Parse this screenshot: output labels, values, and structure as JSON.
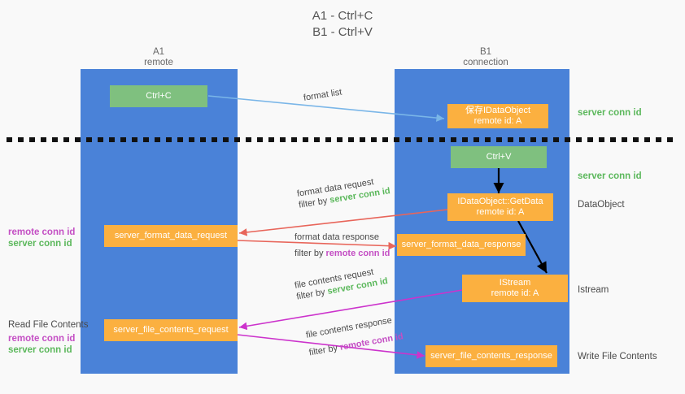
{
  "title": {
    "line1": "A1 - Ctrl+C",
    "line2": "B1 - Ctrl+V"
  },
  "columns": {
    "left": {
      "name": "A1",
      "sub": "remote"
    },
    "right": {
      "name": "B1",
      "sub": "connection"
    }
  },
  "boxes": {
    "ctrl_c": {
      "line1": "Ctrl+C"
    },
    "ctrl_v": {
      "line1": "Ctrl+V"
    },
    "save_dataobject": {
      "line1": "保存IDataObject",
      "line2": "remote id: A"
    },
    "getdata": {
      "line1": "IDataObject::GetData",
      "line2": "remote id: A"
    },
    "istream": {
      "line1": "IStream",
      "line2": "remote id: A"
    },
    "fmt_req": {
      "line1": "server_format_data_request"
    },
    "fmt_resp": {
      "line1": "server_format_data_response"
    },
    "file_req": {
      "line1": "server_file_contents_request"
    },
    "file_resp": {
      "line1": "server_file_contents_response"
    }
  },
  "right_labels": {
    "server_conn_id_1": "server conn id",
    "server_conn_id_2": "server conn id",
    "dataobject": "DataObject",
    "istream": "Istream",
    "write_file_contents": "Write File Contents"
  },
  "left_labels": {
    "remote_conn_id_1": "remote conn id",
    "server_conn_id_1": "server conn id",
    "read_file_contents": "Read File Contents",
    "remote_conn_id_2": "remote conn id",
    "server_conn_id_2": "server conn id"
  },
  "annotations": {
    "format_list": "format list",
    "fmt_req_line1": "format data request",
    "fmt_req_filter_prefix": "filter by ",
    "fmt_req_filter_value": "server conn id",
    "fmt_resp_line1": "format data response",
    "fmt_resp_filter_prefix": "filter by ",
    "fmt_resp_filter_value": "remote conn id",
    "file_req_line1": "file contents request",
    "file_req_filter_prefix": "filter by ",
    "file_req_filter_value": "server conn id",
    "file_resp_line1": "file contents response",
    "file_resp_filter_prefix": "filter by ",
    "file_resp_filter_value": "remote conn id"
  },
  "colors": {
    "lane": "#4a82d8",
    "green_box": "#7fc07f",
    "orange_box": "#fbb040",
    "green_text": "#5cb85c",
    "purple_text": "#c44fc4",
    "arrow_blue": "#7ab6e8",
    "arrow_red": "#e8655a",
    "arrow_magenta": "#cc33cc",
    "arrow_black": "#000000",
    "background": "#f9f9f9"
  }
}
